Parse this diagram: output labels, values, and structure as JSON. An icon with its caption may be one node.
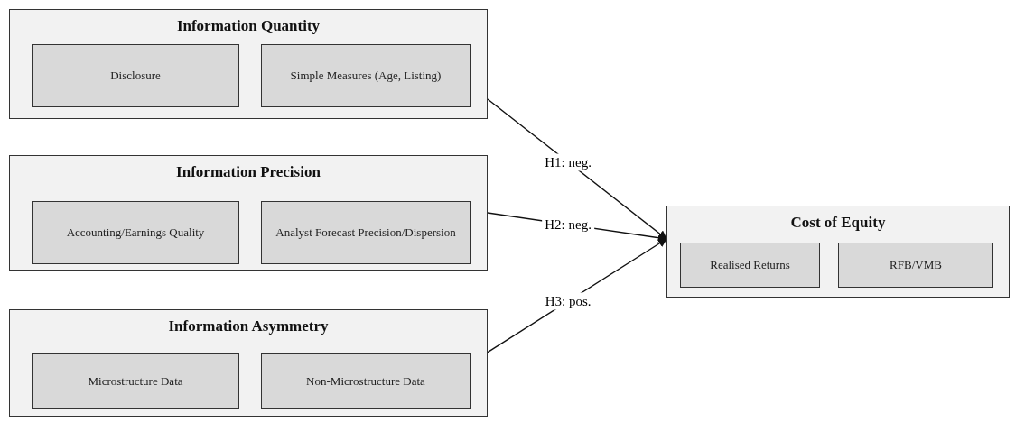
{
  "diagram": {
    "nodes": [
      {
        "text": [
          "Information Quantity"
        ]
      },
      {
        "text": [
          "Disclosure"
        ],
        "in": 0
      },
      {
        "text": [
          "Simple Measures (Age, Listing)"
        ],
        "in": 0
      },
      {
        "text": [
          "Information Precision"
        ]
      },
      {
        "text": [
          "Accounting/Earnings Quality"
        ],
        "in": 3
      },
      {
        "text": [
          "Analyst Forecast Precision/Dispersion"
        ],
        "in": 3
      },
      {
        "text": [
          "Information Asymmetry"
        ]
      },
      {
        "text": [
          "Microstructure Data"
        ],
        "in": 6
      },
      {
        "text": [
          "Non-Microstructure Data"
        ],
        "in": 6
      },
      {
        "text": [
          "Cost of Equity"
        ]
      },
      {
        "text": [
          "Realised Returns"
        ],
        "in": 9
      },
      {
        "text": [
          "RFB/VMB"
        ],
        "in": 9
      }
    ],
    "edges": [
      {
        "from": 0,
        "to": 9,
        "arrow": "to",
        "label": "H1: neg."
      },
      {
        "from": 3,
        "to": 9,
        "arrow": "to",
        "label": "H2: neg."
      },
      {
        "from": 6,
        "to": 9,
        "arrow": "to",
        "label": "H3: pos."
      }
    ]
  }
}
